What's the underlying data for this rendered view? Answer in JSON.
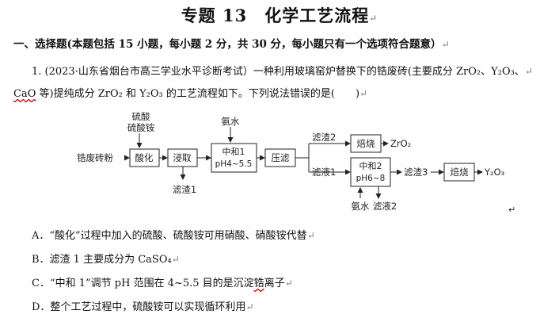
{
  "title": "专题 13　化学工艺流程",
  "section_heading": "一、选择题(本题包括 15 小题，每小题 2 分，共 30 分，每小题只有一个选项符合题意）",
  "question": {
    "line1": "1. (2023·山东省烟台市高三学业水平诊断考试）一种利用玻璃窑炉替换下的锆废砖(主要成分 ZrO₂、Y₂O₃、",
    "line2_wavy": "CaO",
    "line2_rest": " 等)提纯成分 ZrO₂ 和 Y₂O₃ 的工艺流程如下。下列说法错误的是(　　)"
  },
  "paragraph_mark": "↵",
  "flow": {
    "reagent_acidify_1": "硫酸",
    "reagent_acidify_2": "硫酸铵",
    "start_material": "锆废砖粉",
    "box_acidify": "酸化",
    "box_leach": "浸取",
    "residue_1": "滤渣1",
    "reagent_ammonia_top": "氨水",
    "box_neutral1_line1": "中和1",
    "box_neutral1_line2": "pH4~5.5",
    "box_filter": "压滤",
    "residue_2": "滤渣2",
    "box_roast_1": "焙烧",
    "product_1": "ZrO₂",
    "filtrate_1": "滤液1",
    "box_neutral2_line1": "中和2",
    "box_neutral2_line2": "pH6~8",
    "reagent_ammonia_bottom": "氨水",
    "filtrate_2": "滤液2",
    "residue_3": "滤渣3",
    "box_roast_2": "焙烧",
    "product_2": "Y₂O₃"
  },
  "options": {
    "A": "A．“酸化”过程中加入的硫酸、硫酸铵可用硝酸、硝酸铵代替",
    "B": "B．滤渣 1 主要成分为 CaSO₄",
    "C_pre": "C．“中和 1”调节 pH 范围在 4~5.5 目的是沉淀",
    "C_wavy": "锆",
    "C_post": "离子",
    "D": "D．整个工艺过程中，硫酸铵可以实现循环利用"
  }
}
